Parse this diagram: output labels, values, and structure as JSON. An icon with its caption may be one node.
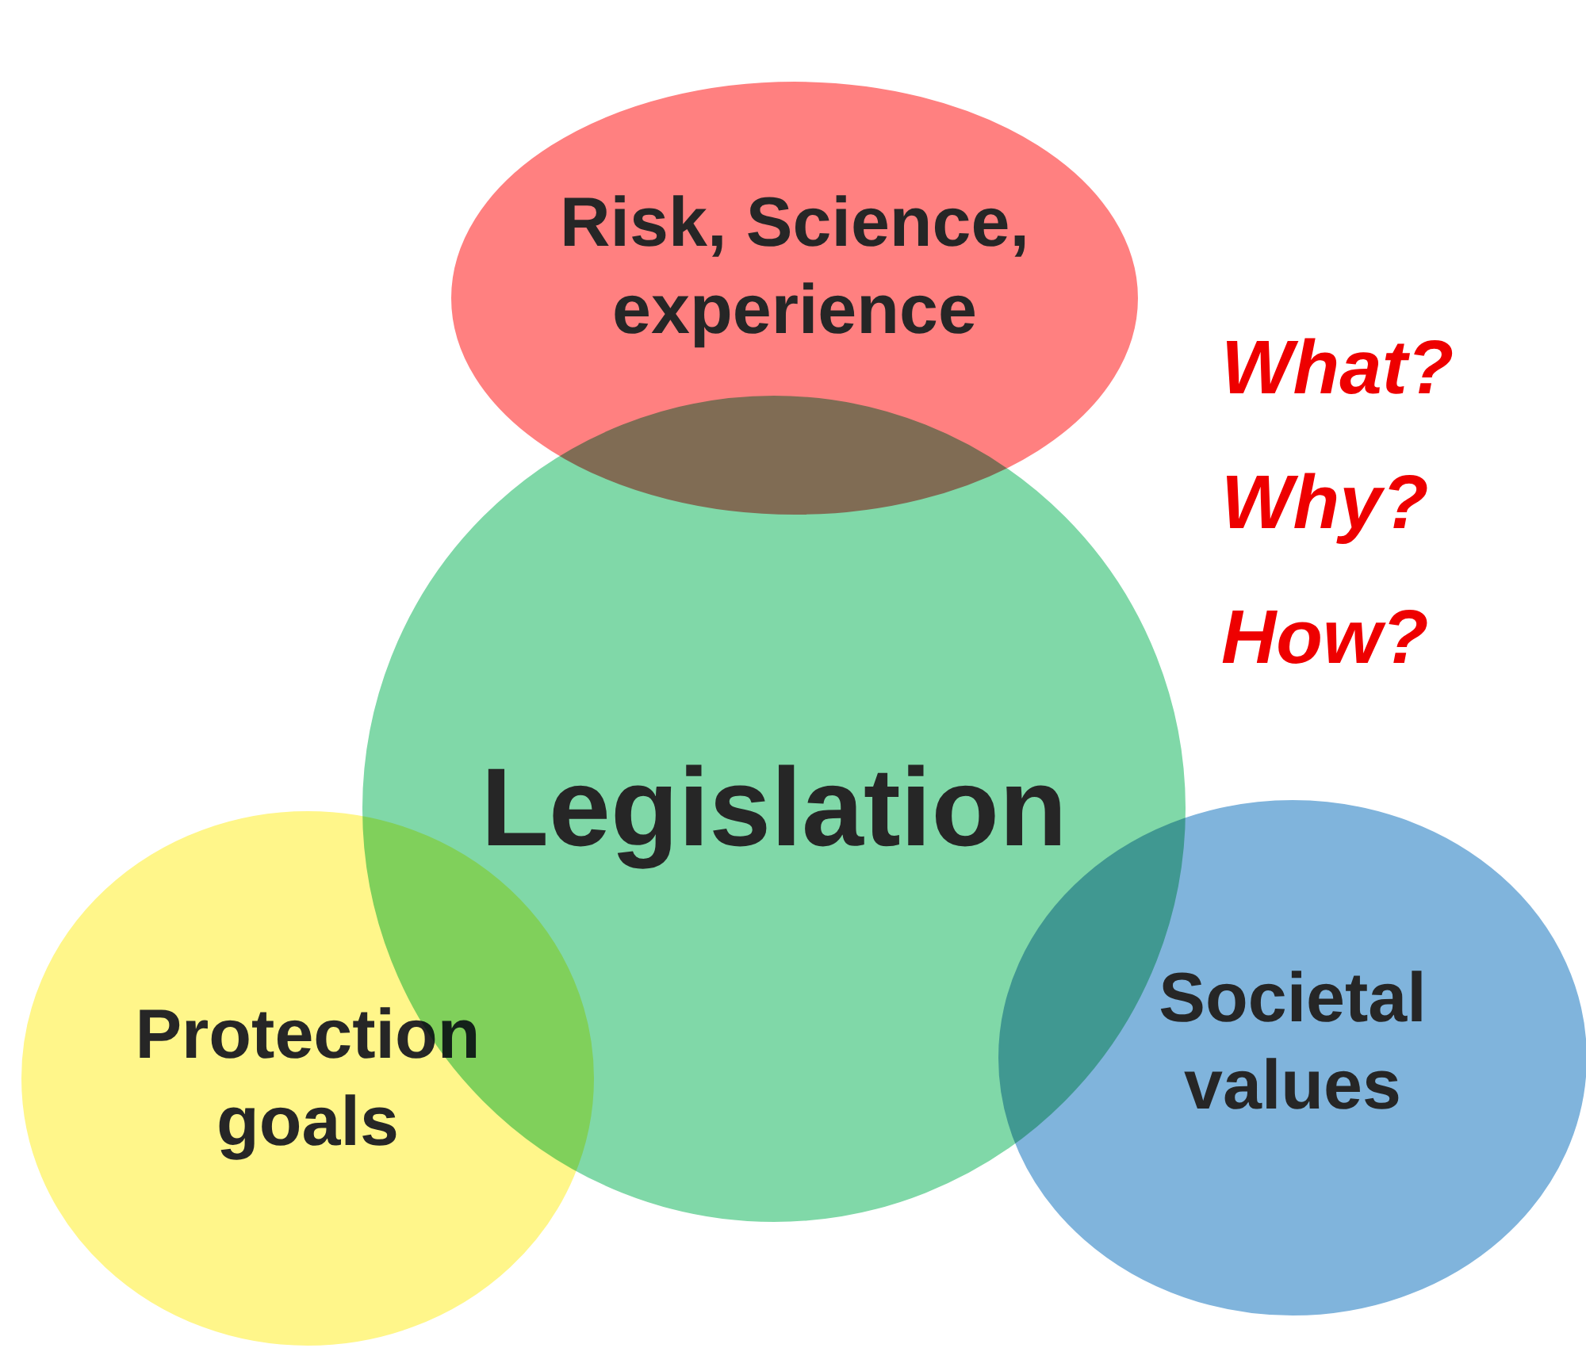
{
  "diagram": {
    "nodes": [
      {
        "text": [
          "Risk, Science, experience"
        ]
      },
      {
        "text": [
          "Legislation"
        ]
      },
      {
        "text": [
          "Protection goals"
        ]
      },
      {
        "text": [
          "Societal values"
        ]
      }
    ],
    "labels": [
      "What?",
      "Why?",
      "How?"
    ]
  }
}
